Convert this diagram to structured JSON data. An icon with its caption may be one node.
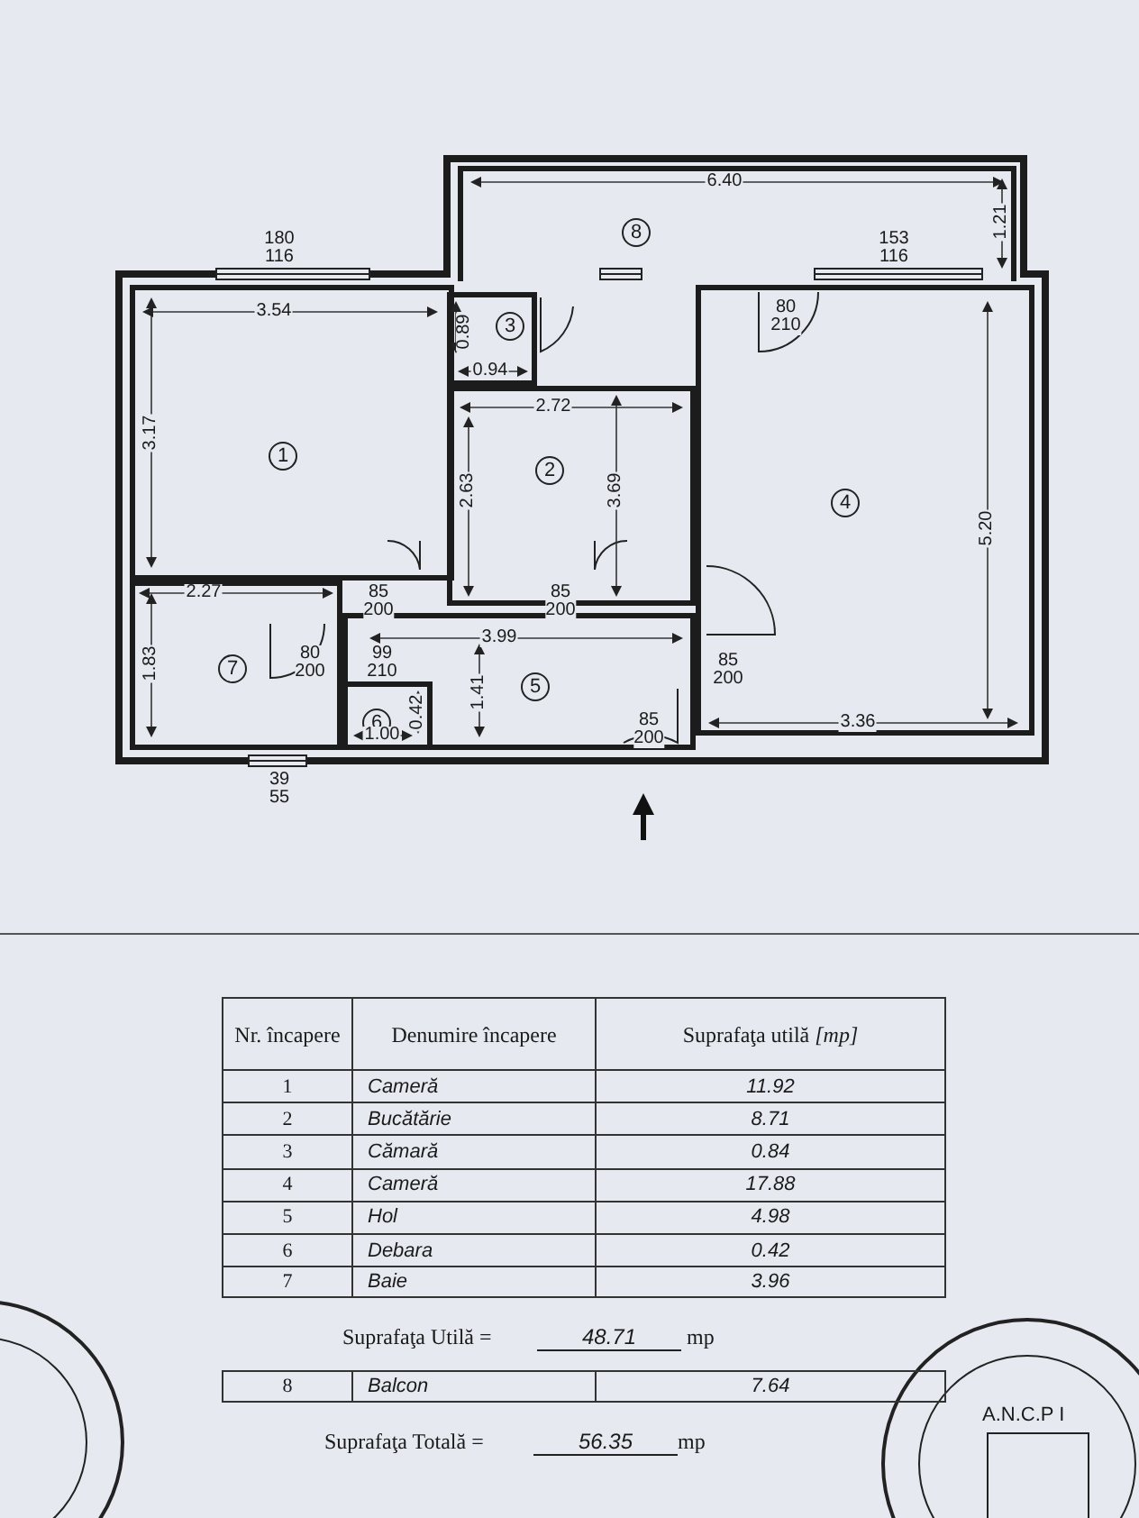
{
  "diagram": {
    "nodes": [
      {
        "text": [
          "1"
        ]
      },
      {
        "text": [
          "2"
        ]
      },
      {
        "text": [
          "3"
        ]
      },
      {
        "text": [
          "4"
        ]
      },
      {
        "text": [
          "5"
        ]
      },
      {
        "text": [
          "6"
        ],
        "in": 4
      },
      {
        "text": [
          "7"
        ]
      },
      {
        "text": [
          "8"
        ]
      }
    ],
    "edges": [],
    "labels": [
      "6.40",
      "1.21",
      "180 116",
      "153 116",
      "80 210",
      "3.54",
      "0.89",
      "0.94",
      "2.72",
      "3.17",
      "2.63",
      "3.69",
      "5.20",
      "2.27",
      "85 200",
      "85 200",
      "3.99",
      "1.83",
      "80 200",
      "99 210",
      "1.41",
      "85 200",
      "0.42",
      "1.00",
      "85 200",
      "3.36",
      "39 55",
      "Nr. încapere",
      "Denumire încapere",
      "Suprafaţa utilă *[mp]*",
      "1",
      "Cameră",
      "11.92",
      "2",
      "Bucătărie",
      "8.71",
      "3",
      "Cămară",
      "0.84",
      "4",
      "Cameră",
      "17.88",
      "5",
      "Hol",
      "4.98",
      "6",
      "Debara",
      "0.42",
      "7",
      "Baie",
      "3.96",
      "Suprafaţa Utilă =",
      "48.71",
      "mp",
      "8",
      "Balcon",
      "7.64",
      "Suprafaţa Totală =",
      "56.35",
      "mp",
      "A.N.C.P I"
    ]
  }
}
